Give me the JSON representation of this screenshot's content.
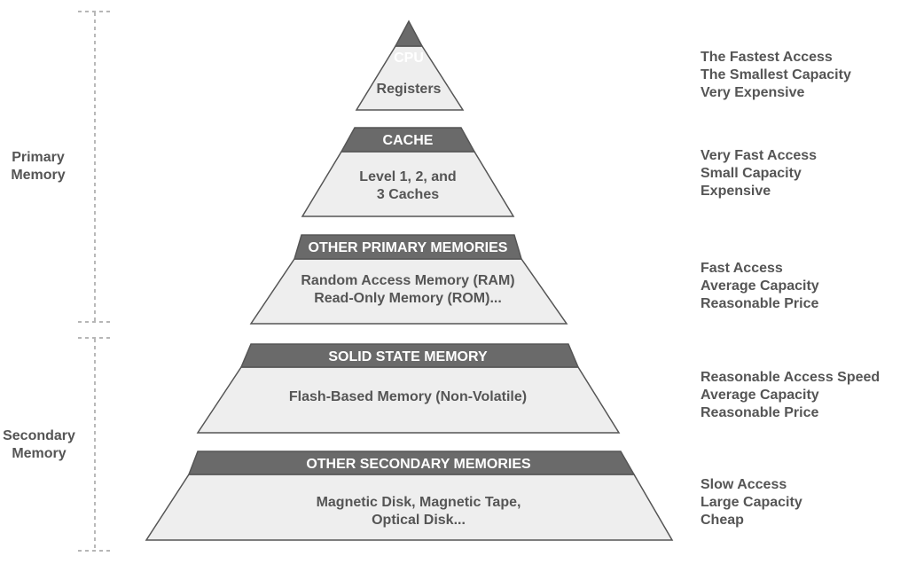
{
  "colors": {
    "header_fill": "#6a6a6a",
    "body_fill": "#eeeeee",
    "stroke": "#555555",
    "text": "#555555",
    "header_text": "#ffffff",
    "bracket": "#8a8a8a"
  },
  "groups": [
    {
      "label_lines": [
        "Primary",
        "Memory"
      ]
    },
    {
      "label_lines": [
        "Secondary",
        "Memory"
      ]
    }
  ],
  "levels": [
    {
      "header": "CPU",
      "body_lines": [
        "Registers"
      ],
      "desc": [
        "The Fastest Access",
        "The Smallest Capacity",
        "Very Expensive"
      ]
    },
    {
      "header": "CACHE",
      "body_lines": [
        "Level 1, 2, and",
        "3 Caches"
      ],
      "desc": [
        "Very Fast Access",
        "Small Capacity",
        "Expensive"
      ]
    },
    {
      "header": "OTHER PRIMARY MEMORIES",
      "body_lines": [
        "Random Access Memory (RAM)",
        "Read-Only Memory (ROM)..."
      ],
      "desc": [
        "Fast Access",
        "Average Capacity",
        "Reasonable Price"
      ]
    },
    {
      "header": "SOLID STATE MEMORY",
      "body_lines": [
        "Flash-Based Memory (Non-Volatile)"
      ],
      "desc": [
        "Reasonable Access Speed",
        "Average Capacity",
        "Reasonable Price"
      ]
    },
    {
      "header": "OTHER SECONDARY MEMORIES",
      "body_lines": [
        "Magnetic Disk, Magnetic Tape,",
        "Optical Disk..."
      ],
      "desc": [
        "Slow Access",
        "Large Capacity",
        "Cheap"
      ]
    }
  ]
}
